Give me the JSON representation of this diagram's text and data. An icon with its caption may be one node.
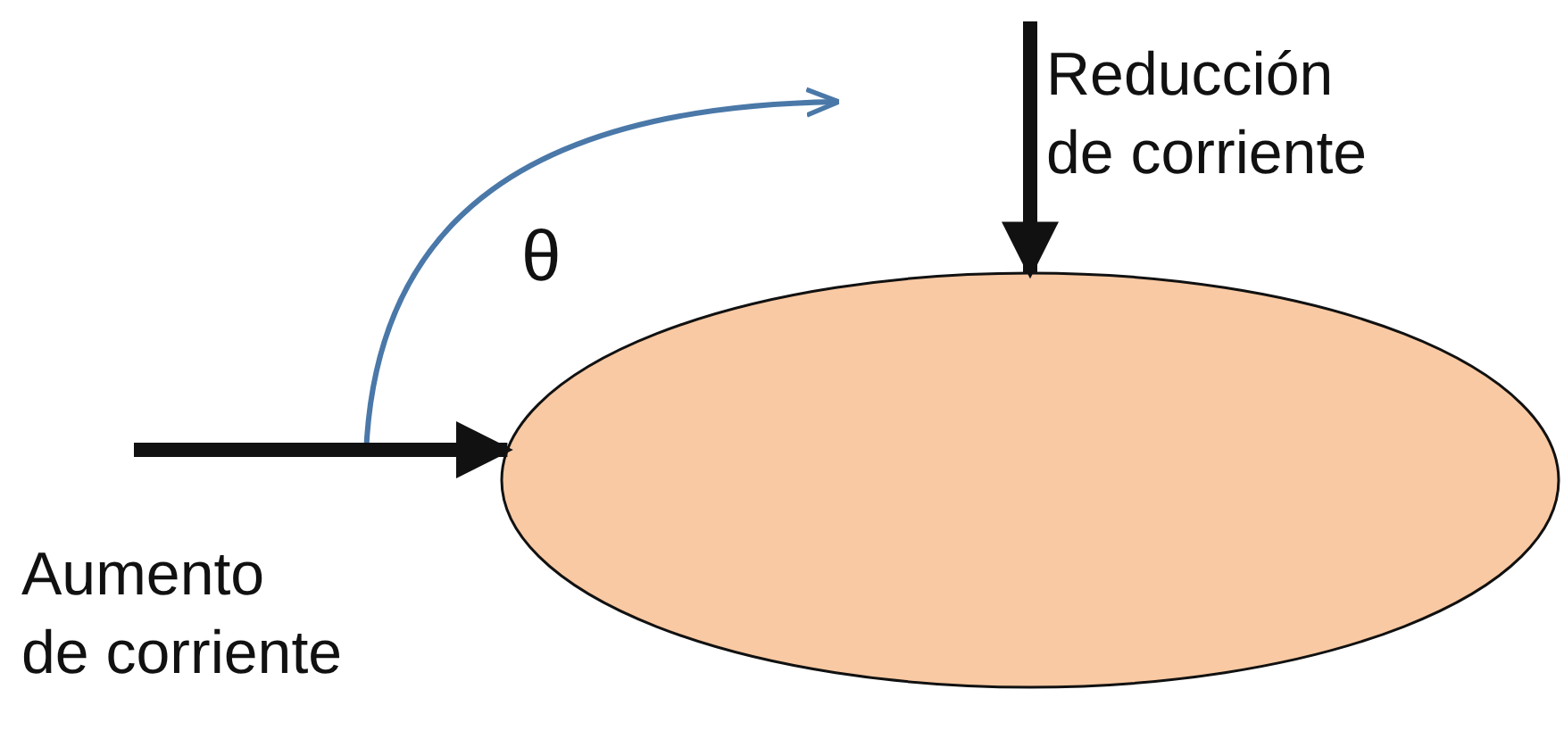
{
  "diagram": {
    "nodes": [
      {
        "text": [],
        "shape": "ellipse"
      },
      {
        "text": [
          "Aumento de corriente"
        ]
      },
      {
        "text": [
          "Reducción de corriente"
        ]
      }
    ],
    "edges": [
      {
        "from": 1,
        "to": 0,
        "arrow": "to"
      },
      {
        "from": 2,
        "to": 0,
        "arrow": "to"
      }
    ],
    "labels": [
      "θ"
    ]
  }
}
